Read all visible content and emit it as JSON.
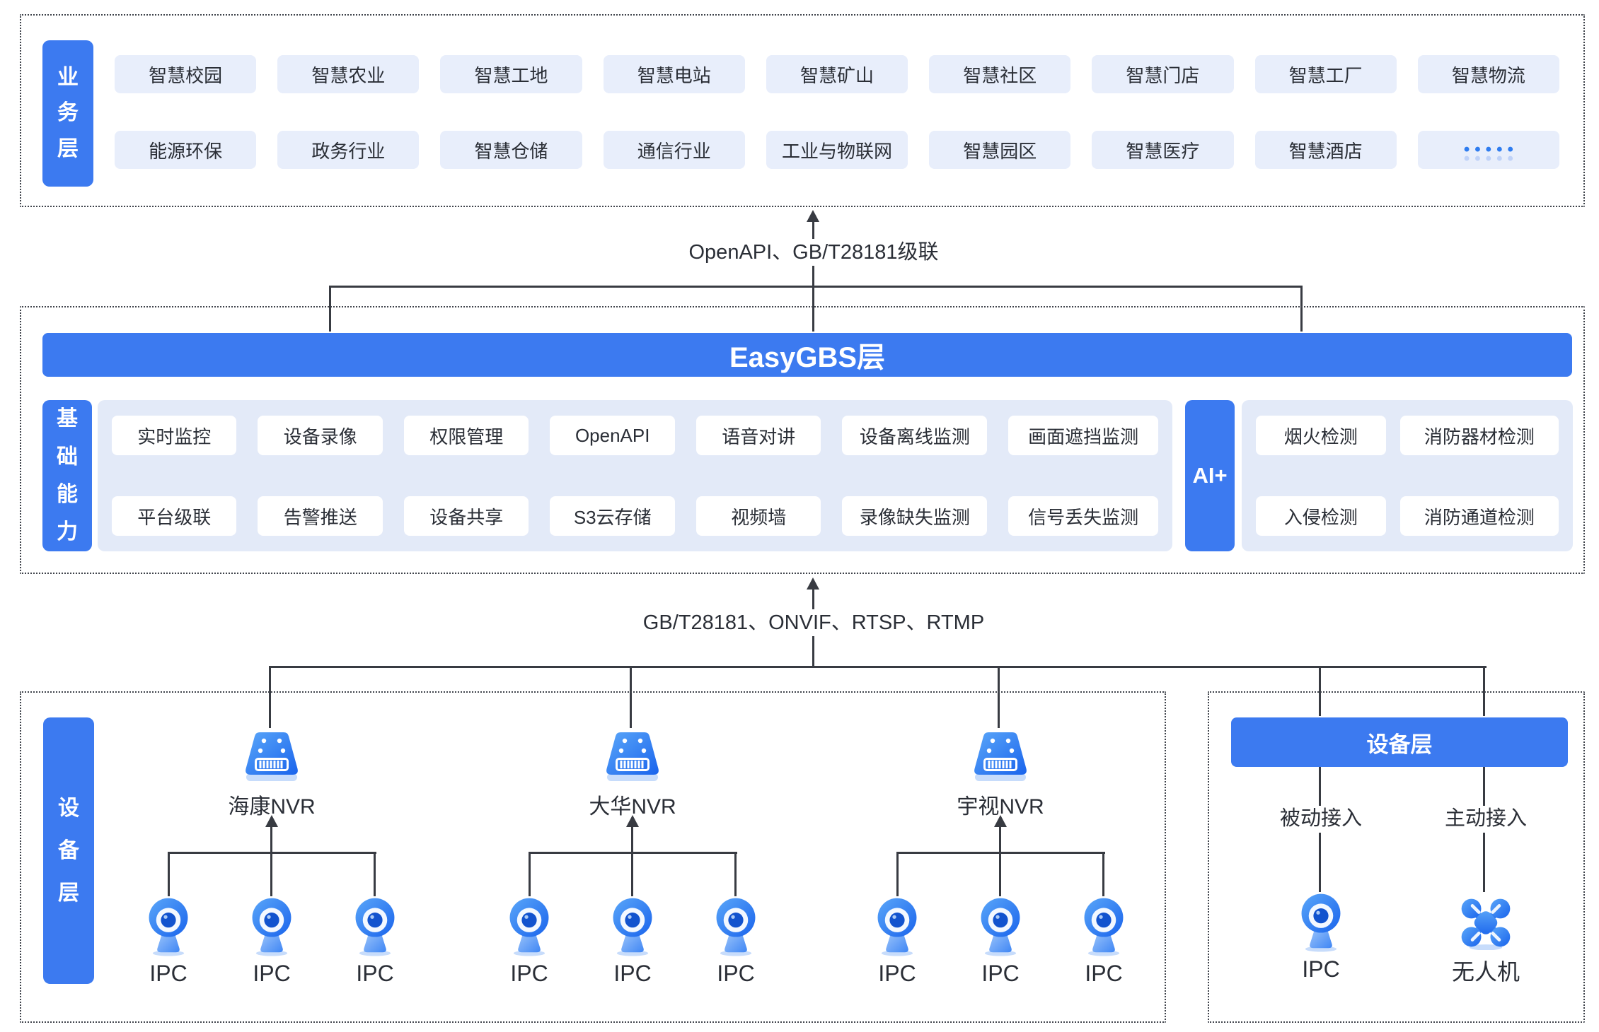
{
  "business": {
    "label": "业务层",
    "row1": [
      "智慧校园",
      "智慧农业",
      "智慧工地",
      "智慧电站",
      "智慧矿山",
      "智慧社区",
      "智慧门店",
      "智慧工厂",
      "智慧物流"
    ],
    "row2": [
      "能源环保",
      "政务行业",
      "智慧仓储",
      "通信行业",
      "工业与物联网",
      "智慧园区",
      "智慧医疗",
      "智慧酒店",
      "•••••"
    ]
  },
  "link_top": {
    "label": "OpenAPI、GB/T28181级联"
  },
  "platform": {
    "title": "EasyGBS层"
  },
  "capabilities": {
    "label": "基础能力",
    "row1": [
      "实时监控",
      "设备录像",
      "权限管理",
      "OpenAPI",
      "语音对讲",
      "设备离线监测",
      "画面遮挡监测"
    ],
    "row2": [
      "平台级联",
      "告警推送",
      "设备共享",
      "S3云存储",
      "视频墙",
      "录像缺失监测",
      "信号丢失监测"
    ]
  },
  "ai": {
    "label": "AI+",
    "row1": [
      "烟火检测",
      "消防器材检测"
    ],
    "row2": [
      "入侵检测",
      "消防通道检测"
    ]
  },
  "link_bottom": {
    "label": "GB/T28181、ONVIF、RTSP、RTMP"
  },
  "devices_left": {
    "label": "设备层",
    "groups": [
      {
        "nvr": "海康NVR",
        "ipcs": [
          "IPC",
          "IPC",
          "IPC"
        ]
      },
      {
        "nvr": "大华NVR",
        "ipcs": [
          "IPC",
          "IPC",
          "IPC"
        ]
      },
      {
        "nvr": "宇视NVR",
        "ipcs": [
          "IPC",
          "IPC",
          "IPC"
        ]
      }
    ]
  },
  "devices_right": {
    "header": "设备层",
    "columns": [
      {
        "access": "被动接入",
        "device": "IPC",
        "icon": "ipc-camera-icon"
      },
      {
        "access": "主动接入",
        "device": "无人机",
        "icon": "drone-icon"
      }
    ]
  },
  "icons": {
    "nvr": "nvr-recorder-icon",
    "ipc": "ipc-camera-icon",
    "drone": "drone-icon",
    "more": "ellipsis-dots-icon"
  },
  "colors": {
    "primary": "#3c7af0",
    "panel": "#e3eaf8",
    "chip": "#e8eefb",
    "line": "#383b42",
    "text": "#2a2e36"
  }
}
